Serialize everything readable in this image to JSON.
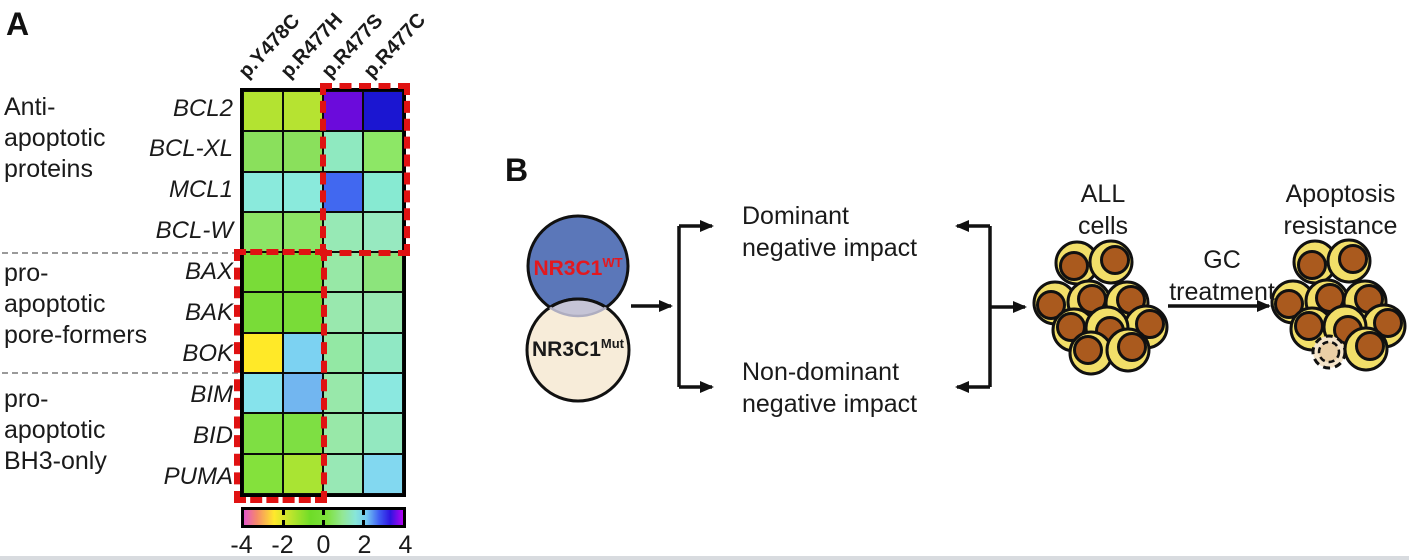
{
  "panel_a": {
    "label": "A",
    "groups": [
      {
        "label": "Anti-\napoptotic\nproteins"
      },
      {
        "label": "pro-\napoptotic\npore-formers"
      },
      {
        "label": "pro-\napoptotic\nBH3-only"
      }
    ]
  },
  "chart_data": {
    "type": "heatmap",
    "title": "",
    "columns": [
      "p.Y478C",
      "p.R477H",
      "p.R477S",
      "p.R477C"
    ],
    "rows": [
      "BCL2",
      "BCL-XL",
      "MCL1",
      "BCL-W",
      "BAX",
      "BAK",
      "BOK",
      "BIM",
      "BID",
      "PUMA"
    ],
    "row_groups": [
      {
        "label": "Anti-apoptotic proteins",
        "rows": [
          "BCL2",
          "BCL-XL",
          "MCL1",
          "BCL-W"
        ]
      },
      {
        "label": "pro-apoptotic pore-formers",
        "rows": [
          "BAX",
          "BAK",
          "BOK"
        ]
      },
      {
        "label": "pro-apoptotic BH3-only",
        "rows": [
          "BIM",
          "BID",
          "PUMA"
        ]
      }
    ],
    "values": [
      [
        -1.5,
        -1.5,
        3.9,
        3.4
      ],
      [
        -0.6,
        -0.6,
        0.9,
        0.4
      ],
      [
        1.4,
        1.4,
        2.7,
        1.4
      ],
      [
        -0.4,
        -0.4,
        0.8,
        0.9
      ],
      [
        -1.0,
        -1.0,
        0.7,
        0.3
      ],
      [
        -1.0,
        -1.0,
        0.7,
        0.7
      ],
      [
        -2.4,
        1.8,
        0.6,
        1.0
      ],
      [
        1.5,
        2.3,
        0.7,
        1.4
      ],
      [
        -0.9,
        -0.9,
        0.7,
        0.9
      ],
      [
        -1.0,
        -1.5,
        0.8,
        1.8
      ]
    ],
    "cell_colors": [
      [
        "#b3e331",
        "#b6e331",
        "#6b0bdb",
        "#1b16d1"
      ],
      [
        "#8ae05c",
        "#8ae05c",
        "#8fe9c0",
        "#8de766"
      ],
      [
        "#8aeadc",
        "#8aeadc",
        "#4168f0",
        "#87ead2"
      ],
      [
        "#8ce465",
        "#8ce465",
        "#97e9b5",
        "#97e9c0"
      ],
      [
        "#79dc38",
        "#79dc38",
        "#97e8a6",
        "#8ce47c"
      ],
      [
        "#79dc38",
        "#79dc38",
        "#99e8ae",
        "#99e8b2"
      ],
      [
        "#ffe928",
        "#7cd2f2",
        "#93e8a4",
        "#90e8c4"
      ],
      [
        "#86e3ec",
        "#72b6f0",
        "#98e8aa",
        "#8be8e0"
      ],
      [
        "#7edf43",
        "#7edf43",
        "#98e8a8",
        "#93e8c0"
      ],
      [
        "#84e13c",
        "#a9e433",
        "#98e8b5",
        "#82d8f0"
      ]
    ],
    "colorbar": {
      "min": -4,
      "max": 4,
      "tick_labels": [
        "-4",
        "-2",
        "0",
        "2",
        "4"
      ],
      "gradient_stops": [
        "#e455c8 0%",
        "#f58a6a 8%",
        "#ffe92c 19%",
        "#b9e52d 30%",
        "#6edc28 42%",
        "#7de13a 52%",
        "#93e795 62%",
        "#88e6d8 70%",
        "#74c9f2 77%",
        "#3f5df2 85%",
        "#2e14e0 92%",
        "#b303f2 100%"
      ]
    },
    "highlight_boxes": [
      {
        "description": "p.R477S and p.R477C across anti-apoptotic genes",
        "col_start": 2,
        "col_end": 3,
        "row_start": 0,
        "row_end": 3
      },
      {
        "description": "p.Y478C and p.R477H across pro-apoptotic genes",
        "col_start": 0,
        "col_end": 1,
        "row_start": 4,
        "row_end": 9
      }
    ],
    "highlight_color": "#e01212"
  },
  "panel_b": {
    "label": "B",
    "venn": {
      "wt": {
        "base": "NR3C1",
        "sup": "WT",
        "text_color": "#e3181e",
        "circle_color": "#5b77b9"
      },
      "mut": {
        "base": "NR3C1",
        "sup": "Mut",
        "text_color": "#1a1a1a",
        "circle_color": "#f7ecd9"
      },
      "overlap_color": "#c5c4d6"
    },
    "outcomes": [
      {
        "label": "Dominant\nnegative impact"
      },
      {
        "label": "Non-dominant\nnegative impact"
      }
    ],
    "all_cells_label": "ALL\ncells",
    "gc_label": "GC\ntreatment",
    "apoptosis_label": "Apoptosis\nresistance",
    "cells": {
      "membrane_color": "#f2df69",
      "nucleus_color": "#aa5a1e",
      "dying_fill": "#f4e4ca",
      "dying_inner_fill": "#eacfa6",
      "positions": [
        [
          -26,
          -44
        ],
        [
          8,
          -45
        ],
        [
          -48,
          -4
        ],
        [
          -14,
          -5
        ],
        [
          24,
          -4
        ],
        [
          43,
          20
        ],
        [
          -29,
          23
        ],
        [
          4,
          21
        ],
        [
          -12,
          46
        ],
        [
          25,
          43
        ]
      ],
      "nucleus_offsets": [
        [
          -3,
          3
        ],
        [
          4,
          -2
        ],
        [
          -4,
          2
        ],
        [
          3,
          -3
        ],
        [
          4,
          -3
        ],
        [
          4,
          -3
        ],
        [
          -3,
          -3
        ],
        [
          3,
          3
        ],
        [
          -3,
          -3
        ],
        [
          4,
          -3
        ]
      ],
      "dying_index_in_resistant_cluster": 8
    }
  }
}
